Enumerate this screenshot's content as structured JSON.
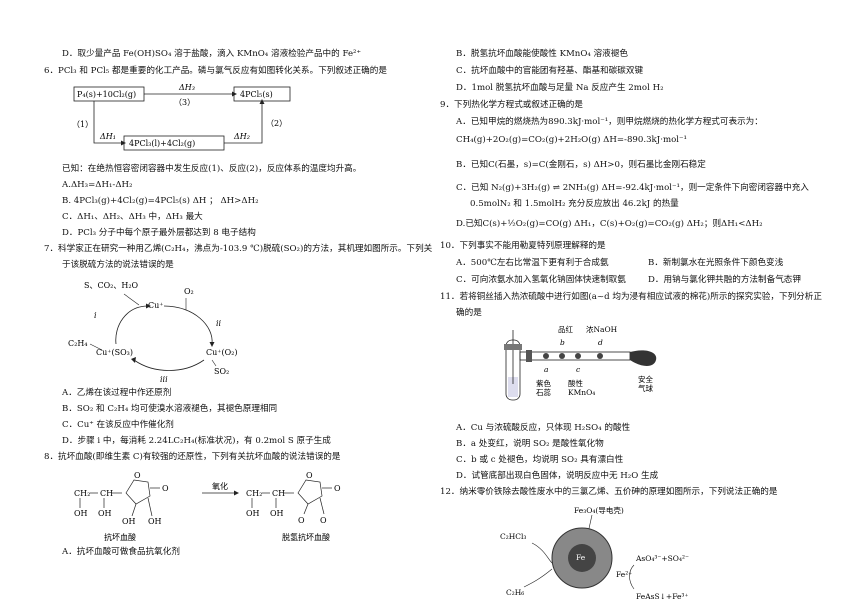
{
  "left": {
    "q5d": "D．取少量产品 Fe(OH)SO₄ 溶于盐酸，滴入 KMnO₄ 溶液检验产品中的 Fe²⁺",
    "q6": {
      "stem": "6．PCl₃ 和 PCl₅ 都是重要的化工产品。磷与氯气反应有如图转化关系。下列叙述正确的是",
      "box1": "P₄(s)+10Cl₂(g)",
      "box2": "4PCl₅(s)",
      "box3": "4PCl₃(l)+4Cl₂(g)",
      "dh3": "ΔH₃",
      "step3": "（3）",
      "step1": "（1）",
      "step2": "（2）",
      "dh1": "ΔH₁",
      "dh2": "ΔH₂",
      "note": "已知：在绝热恒容密闭容器中发生反应(1)、反应(2)，反应体系的温度均升高。",
      "a": "A.ΔH₃=ΔH₁-ΔH₂",
      "b": "B. 4PCl₃(g)+4Cl₂(g)=4PCl₅(s)      ΔH    ；   ΔH>ΔH₂",
      "c": "C．ΔH₁、ΔH₂、ΔH₃ 中，ΔH₃ 最大",
      "d": "D．PCl₃ 分子中每个原子最外层都达到 8 电子结构"
    },
    "q7": {
      "stem": "7．科学家正在研究一种用乙烯(C₂H₄，沸点为-103.9 ℃)脱硫(SO₂)的方法，其机理如图所示。下列关",
      "stem2": "于该脱硫方法的说法错误的是",
      "lbl_products": "S、CO₂、H₂O",
      "lbl_cu": "Cu⁺",
      "lbl_o2": "O₂",
      "lbl_i": "i",
      "lbl_ii": "ii",
      "lbl_iii": "iii",
      "lbl_c2h4": "C₂H₄",
      "lbl_cuso3": "Cu⁺(SO₃)",
      "lbl_cuo2": "Cu⁺(O₂)",
      "lbl_so2": "SO₂",
      "a": "A．乙烯在该过程中作还原剂",
      "b": "B．SO₂ 和 C₂H₄ 均可使溴水溶液褪色，其褪色原理相同",
      "c": "C．Cu⁺ 在该反应中作催化剂",
      "d": "D．步骤 i 中，每消耗 2.24LC₂H₄(标准状况)，有 0.2mol S 原子生成"
    },
    "q8": {
      "stem": "8．抗坏血酸(即维生素 C)有较强的还原性，下列有关抗坏血酸的说法错误的是",
      "ch2": "CH₂",
      "ch": "CH",
      "oh": "OH",
      "o": "O",
      "arrow": "氧化",
      "name1": "抗坏血酸",
      "name2": "脱氢抗坏血酸",
      "a": "A．抗坏血酸可做食品抗氧化剂"
    }
  },
  "right": {
    "q8b": "B．脱氢抗坏血酸能使酸性 KMnO₄ 溶液褪色",
    "q8c": "C．抗坏血酸中的官能团有羟基、酯基和碳碳双键",
    "q8d": "D．1mol 脱氢抗坏血酸与足量 Na 反应产生 2mol H₂",
    "q9": {
      "stem": "9．下列热化学方程式或叙述正确的是",
      "a1": "A．已知甲烷的燃烧热为890.3kJ·mol⁻¹，则甲烷燃烧的热化学方程式可表示为：",
      "a2": "CH₄(g)+2O₂(g)=CO₂(g)+2H₂O(g)    ΔH=-890.3kJ·mol⁻¹",
      "b": "B．已知C(石墨，s)=C(金刚石，s)  ΔH>0，则石墨比金刚石稳定",
      "c1": "C．已知 N₂(g)+3H₂(g) ⇌ 2NH₃(g)  ΔH=-92.4kJ·mol⁻¹，则一定条件下向密闭容器中充入",
      "c2": "0.5molN₂ 和 1.5molH₂ 充分反应放出 46.2kJ 的热量",
      "d": "D.已知C(s)+½O₂(g)=CO(g)  ΔH₁，C(s)+O₂(g)=CO₂(g)  ΔH₂；则ΔH₁<ΔH₂"
    },
    "q10": {
      "stem": "10．下列事实不能用勒夏特列原理解释的是",
      "a": "A．500℃左右比常温下更有利于合成氨",
      "b": "B．新制氯水在光照条件下颜色变浅",
      "c": "C．可向浓氨水加入氢氧化钠固体快速制取氨",
      "d": "D．用钠与氯化钾共融的方法制备气态钾"
    },
    "q11": {
      "stem": "11．若将铜丝插入热浓硫酸中进行如图(a~d 均为浸有相应试液的棉花)所示的探究实验，下列分析正",
      "stem2": "确的是",
      "lbl_pinhong": "品红",
      "lbl_naoh": "浓NaOH",
      "lbl_b": "b",
      "lbl_d": "d",
      "lbl_a": "a",
      "lbl_c": "c",
      "lbl_shirui": "紫色\n石蕊",
      "lbl_kmno4": "酸性\nKMnO₄",
      "lbl_safe": "安全\n气球",
      "a": "A．Cu 与浓硫酸反应，只体现 H₂SO₄ 的酸性",
      "b": "B．a 处变红，说明 SO₂ 是酸性氧化物",
      "c": "C．b 或 c 处褪色，均说明 SO₂ 具有漂白性",
      "d": "D．试管底部出现白色固体，说明反应中无 H₂O 生成"
    },
    "q12": {
      "stem": "12．纳米零价铁除去酸性废水中的三氯乙烯、五价砷的原理如图所示，下列说法正确的是",
      "lbl_fe3o4": "Fe₃O₄(导电壳)",
      "lbl_c2hcl3": "C₂HCl₃",
      "lbl_c2h6": "C₂H₆",
      "lbl_fe": "Fe",
      "lbl_fe2": "Fe²⁺",
      "lbl_as": "AsO₄³⁻+SO₄²⁻",
      "lbl_feass": "FeAsS↓+Fe³⁺"
    }
  }
}
